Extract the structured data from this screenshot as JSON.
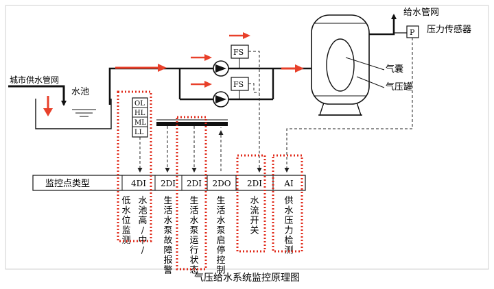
{
  "colors": {
    "background": "#ffffff",
    "line": "#111111",
    "flow_arrow": "#e8402a",
    "dotted_box": "#e02a1a",
    "signal_line": "#222222"
  },
  "labels": {
    "city_water_network": "城市供水管网",
    "pool": "水池",
    "supply_network": "给水管网",
    "pressure_sensor": "压力传感器",
    "sensor_symbol": "P",
    "air_bag": "气囊",
    "air_tank": "气压罐",
    "flow_switch_symbol": "FS"
  },
  "level_labels": [
    "OL",
    "HL",
    "ML",
    "LL"
  ],
  "type_row": {
    "header": "监控点类型",
    "cells": [
      "4DI",
      "2DI",
      "2DI",
      "2DO",
      "2DI",
      "AI"
    ]
  },
  "descriptions": [
    "低水位监测",
    "水池高/中/",
    "生活水泵故障报警",
    "生活水泵运行状态",
    "生活水泵启停控制",
    "水流开关",
    "供水压力检测"
  ],
  "caption": "气压给水系统监控原理图"
}
